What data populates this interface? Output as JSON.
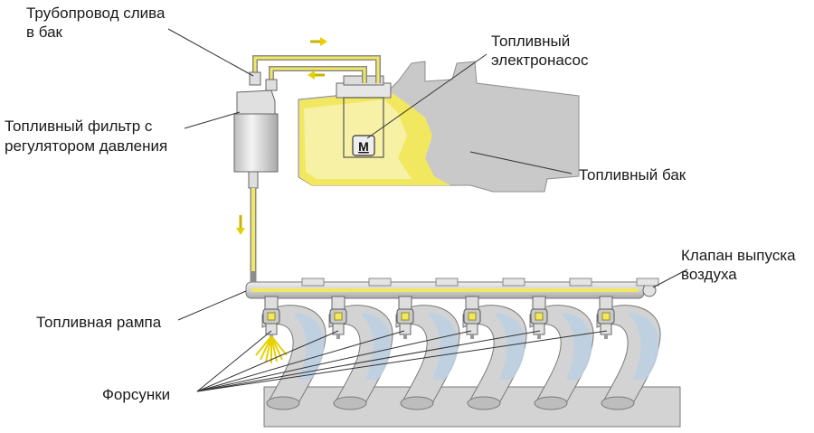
{
  "labels": {
    "drain_line_1": "Трубопровод слива",
    "drain_line_2": "в бак",
    "filter_1": "Топливный фильтр с",
    "filter_2": "регулятором давления",
    "pump_1": "Топливный",
    "pump_2": "электронасос",
    "tank": "Топливный бак",
    "valve_1": "Клапан выпуска",
    "valve_2": "воздуха",
    "rail": "Топливная рампа",
    "injectors": "Форсунки"
  },
  "pump_symbol": "M",
  "colors": {
    "fuel": "#f2e860",
    "fuel_light": "#f7f3b8",
    "tank_gray": "#c9c9c9",
    "manifold_gray": "#d3d3d3",
    "manifold_blue": "#bcd0e2",
    "rail_gray": "#d6d6d6"
  },
  "injector_count": 6
}
